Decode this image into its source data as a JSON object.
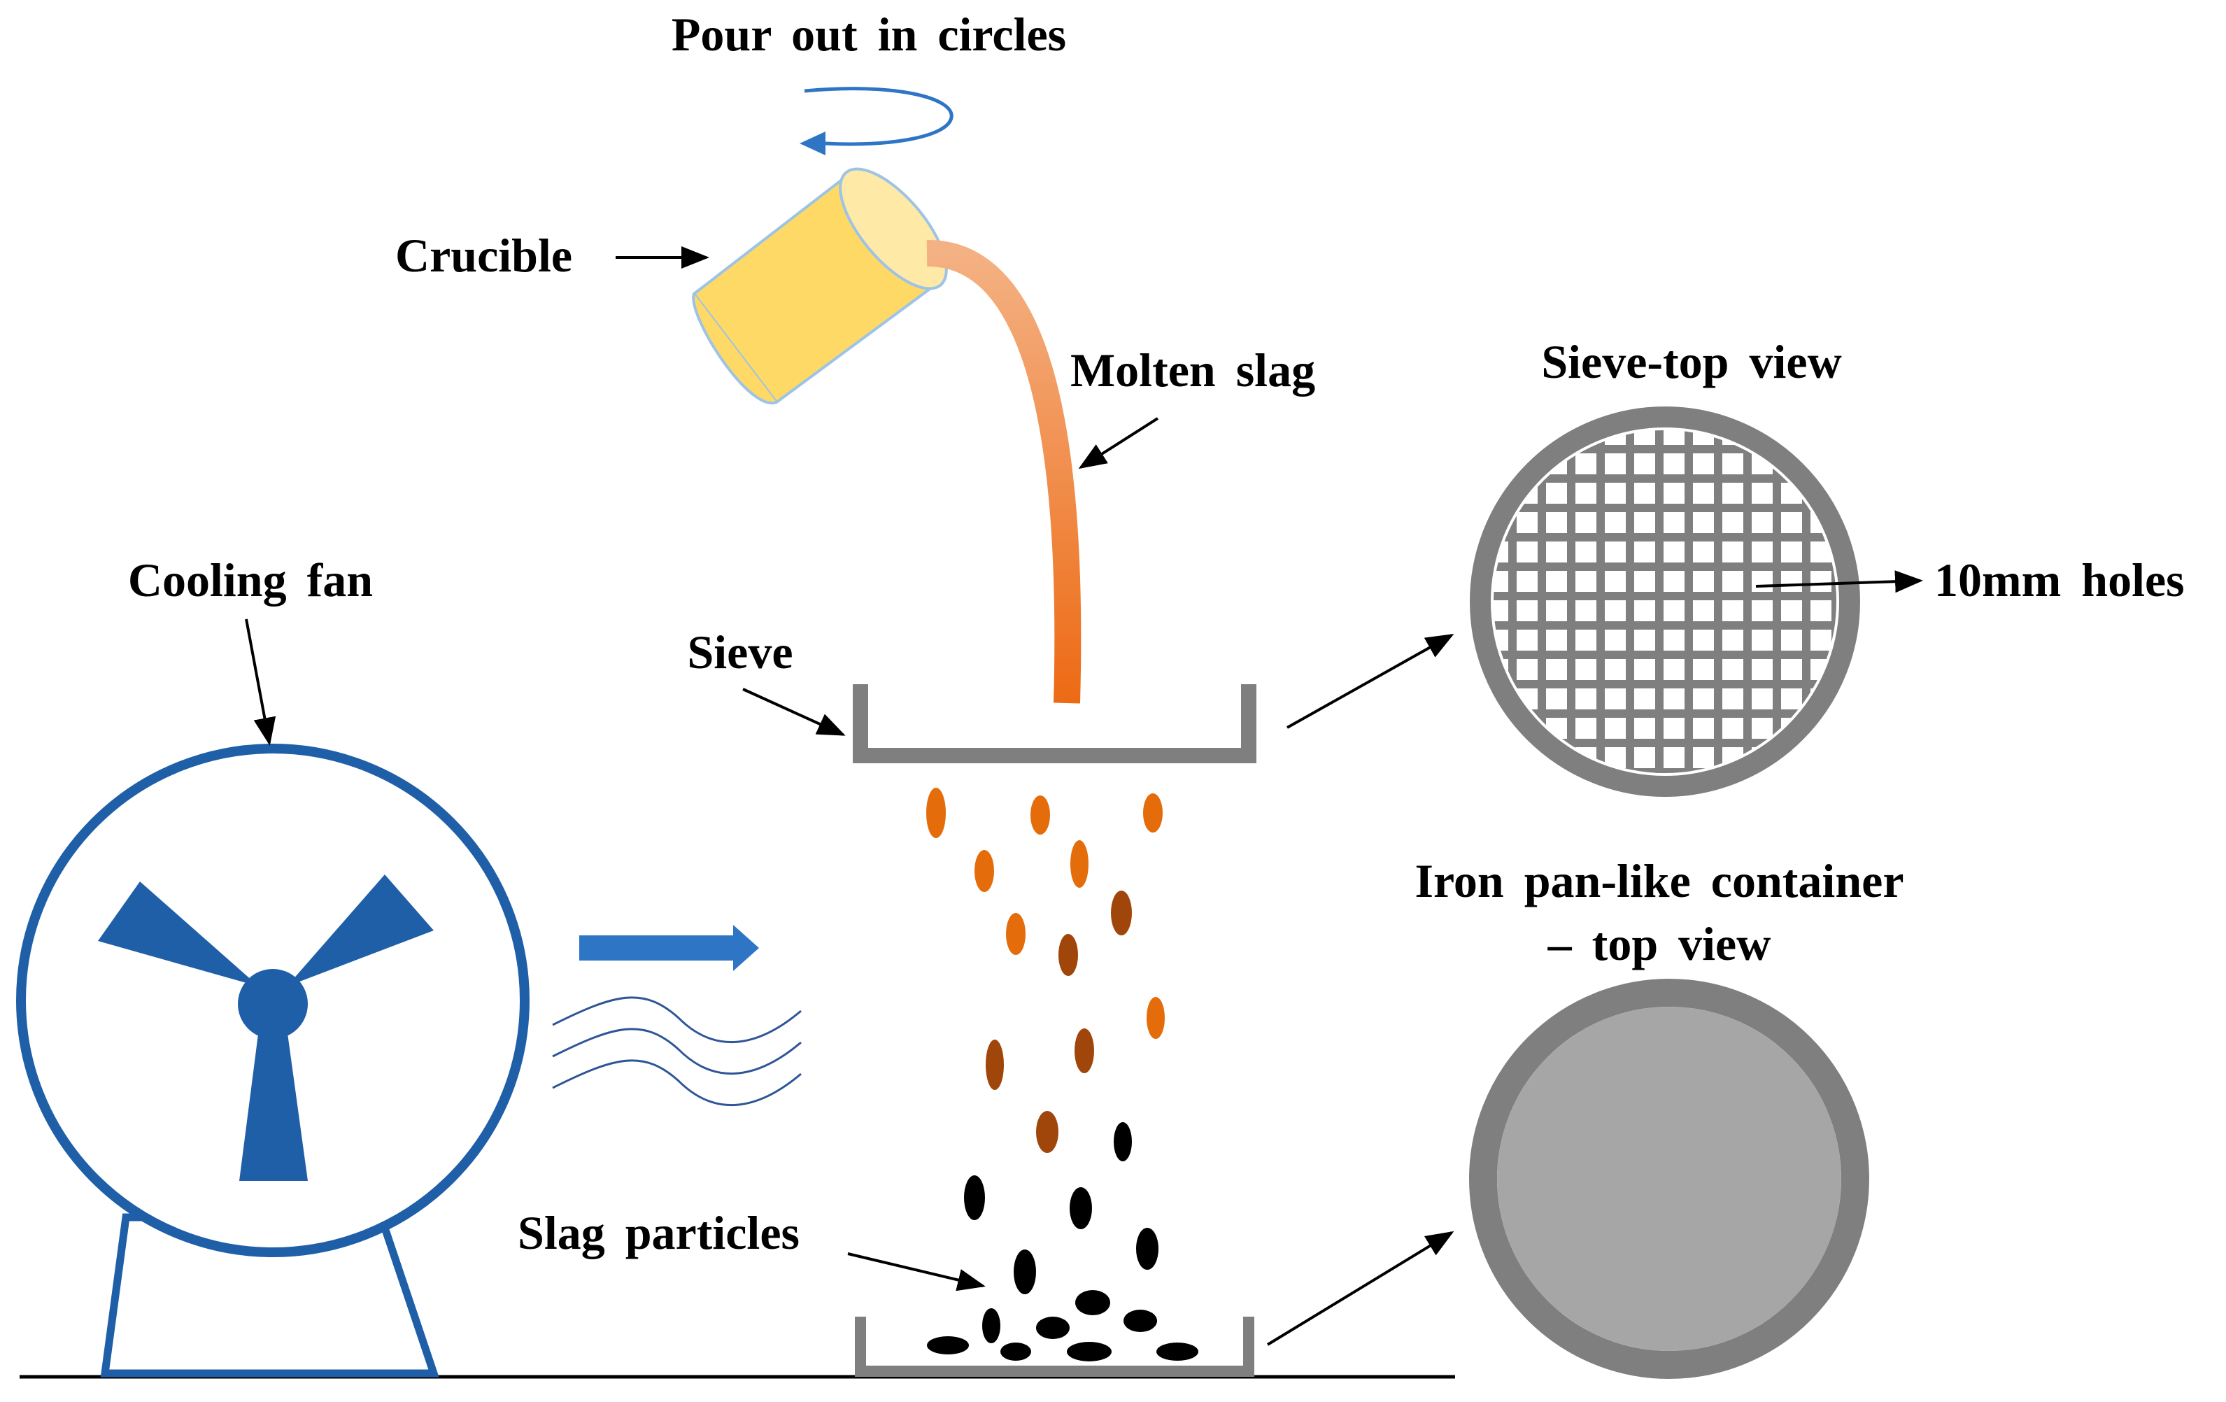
{
  "labels": {
    "pour_out": "Pour out in circles",
    "crucible": "Crucible",
    "molten_slag": "Molten slag",
    "sieve_top_view": "Sieve-top view",
    "holes": "10mm holes",
    "cooling_fan": "Cooling fan",
    "sieve": "Sieve",
    "container_line1": "Iron pan-like container",
    "container_line2": "– top view",
    "slag_particles": "Slag particles"
  },
  "colors": {
    "fan_blue": "#1f5fa8",
    "arrow_blue": "#2e75c6",
    "crucible_fill": "#ffd966",
    "crucible_mouth": "#ffe9a6",
    "crucible_stroke": "#9dc3e6",
    "slag_light": "#f4b183",
    "slag_hot": "#ed6a14",
    "sieve_gray": "#7f7f7f",
    "container_inner": "#a6a6a6",
    "particle_orange": "#e46c0a",
    "particle_brown": "#a0460a",
    "particle_black": "#000000"
  }
}
